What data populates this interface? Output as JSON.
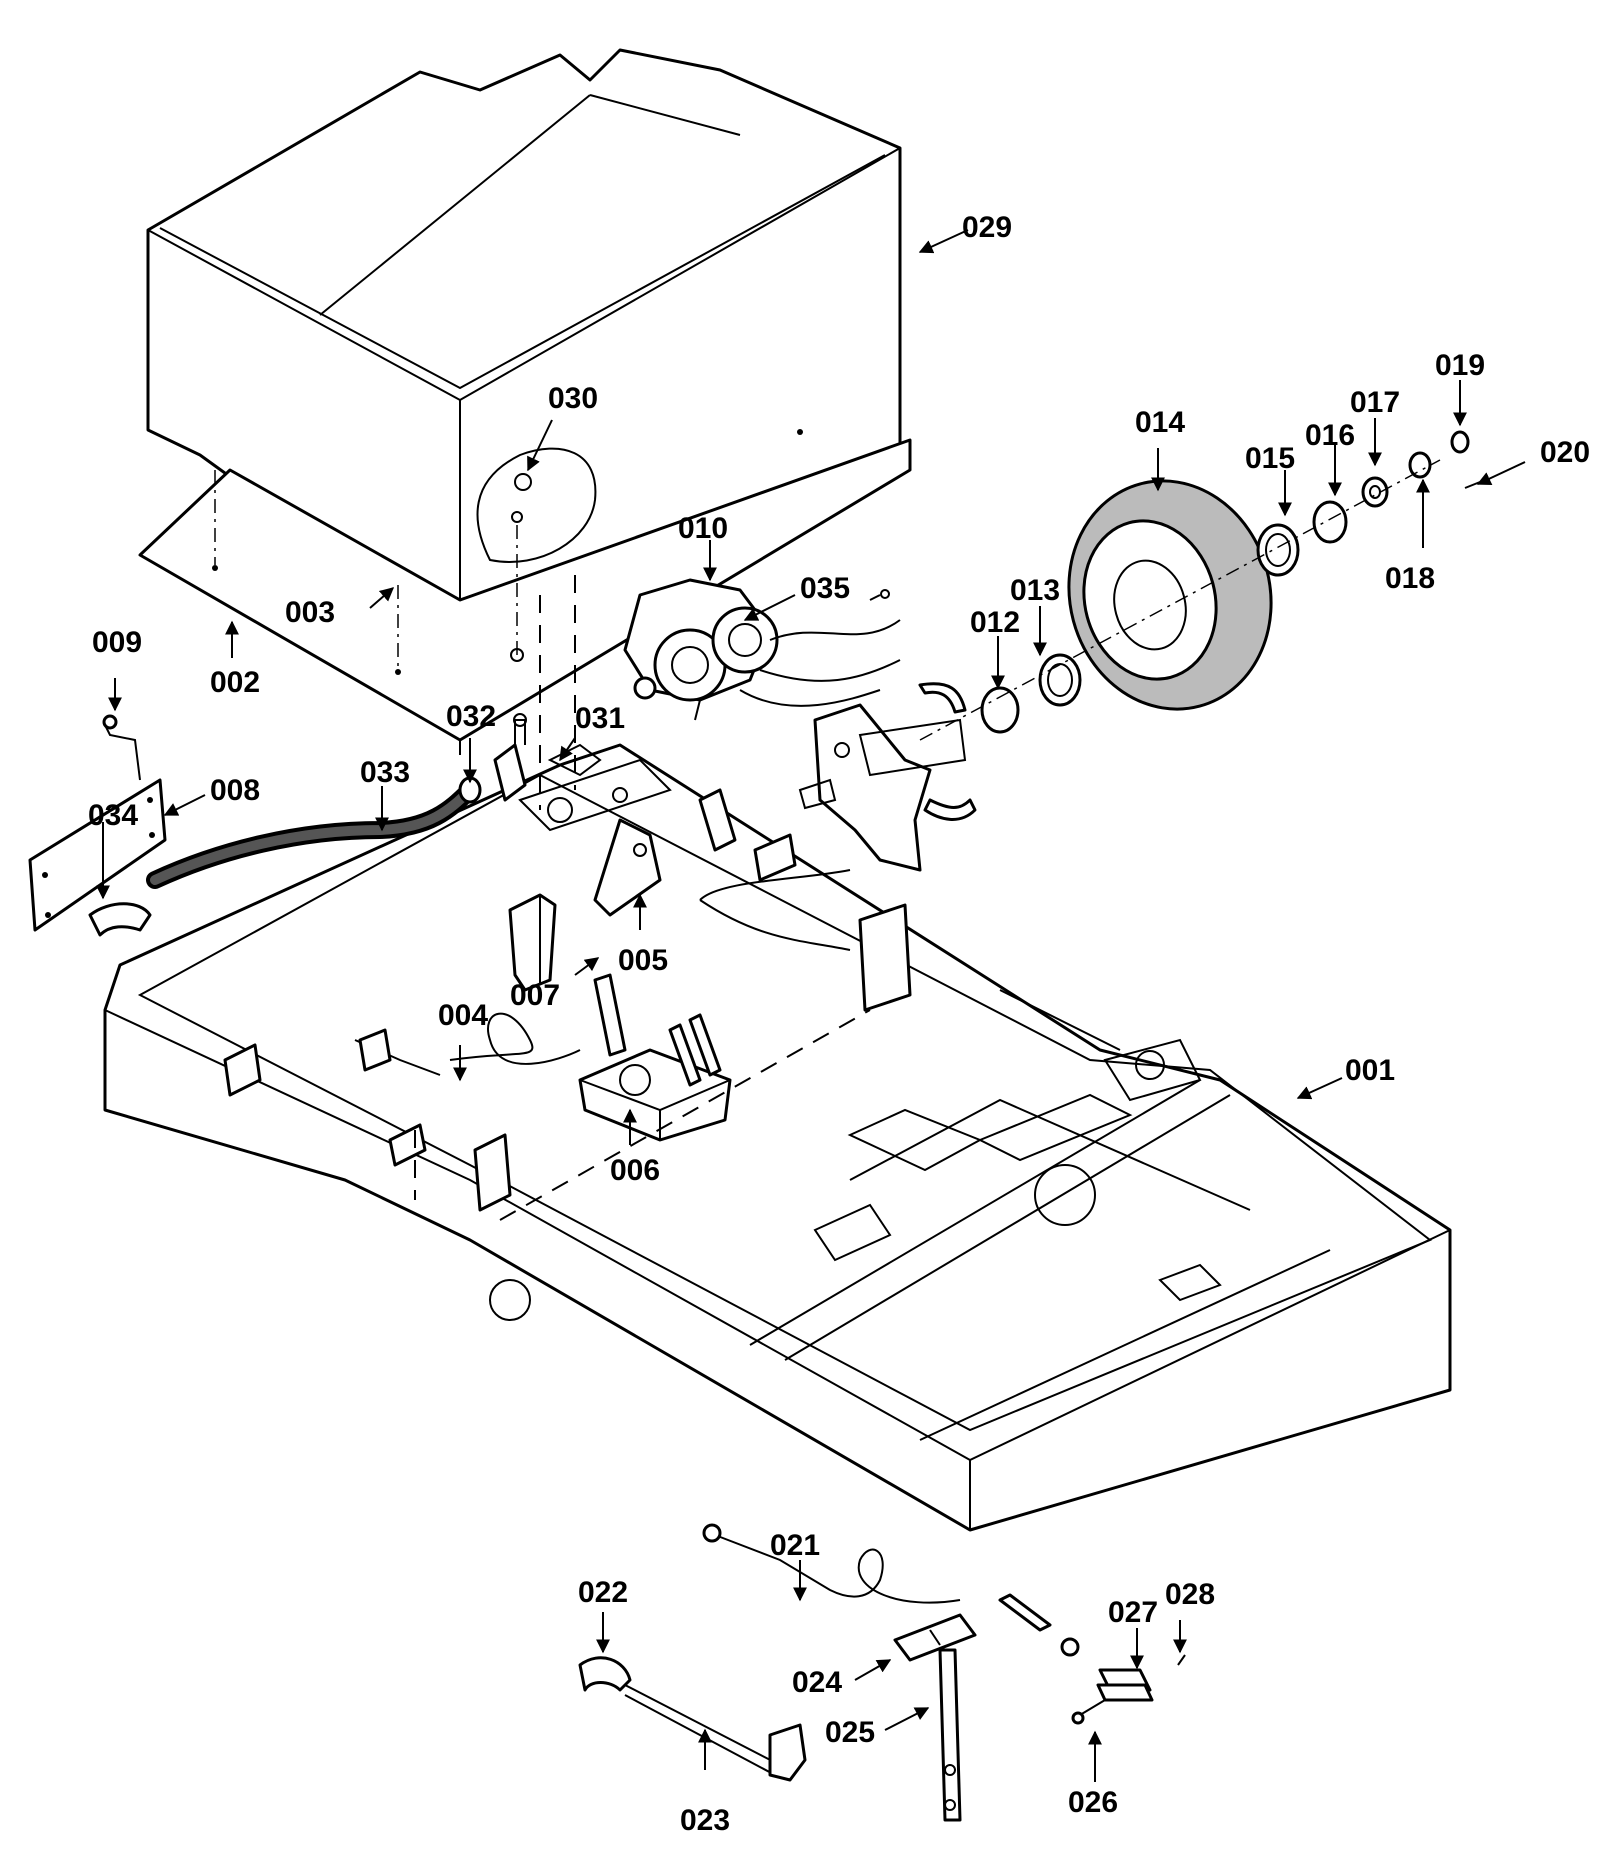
{
  "labels": {
    "p001": "001",
    "p002": "002",
    "p003": "003",
    "p004": "004",
    "p005": "005",
    "p006": "006",
    "p007": "007",
    "p008": "008",
    "p009": "009",
    "p010": "010",
    "p012": "012",
    "p013": "013",
    "p014": "014",
    "p015": "015",
    "p016": "016",
    "p017": "017",
    "p018": "018",
    "p019": "019",
    "p020": "020",
    "p021": "021",
    "p022": "022",
    "p023": "023",
    "p024": "024",
    "p025": "025",
    "p026": "026",
    "p027": "027",
    "p028": "028",
    "p029": "029",
    "p030": "030",
    "p031": "031",
    "p032": "032",
    "p033": "033",
    "p034": "034",
    "p035": "035"
  }
}
